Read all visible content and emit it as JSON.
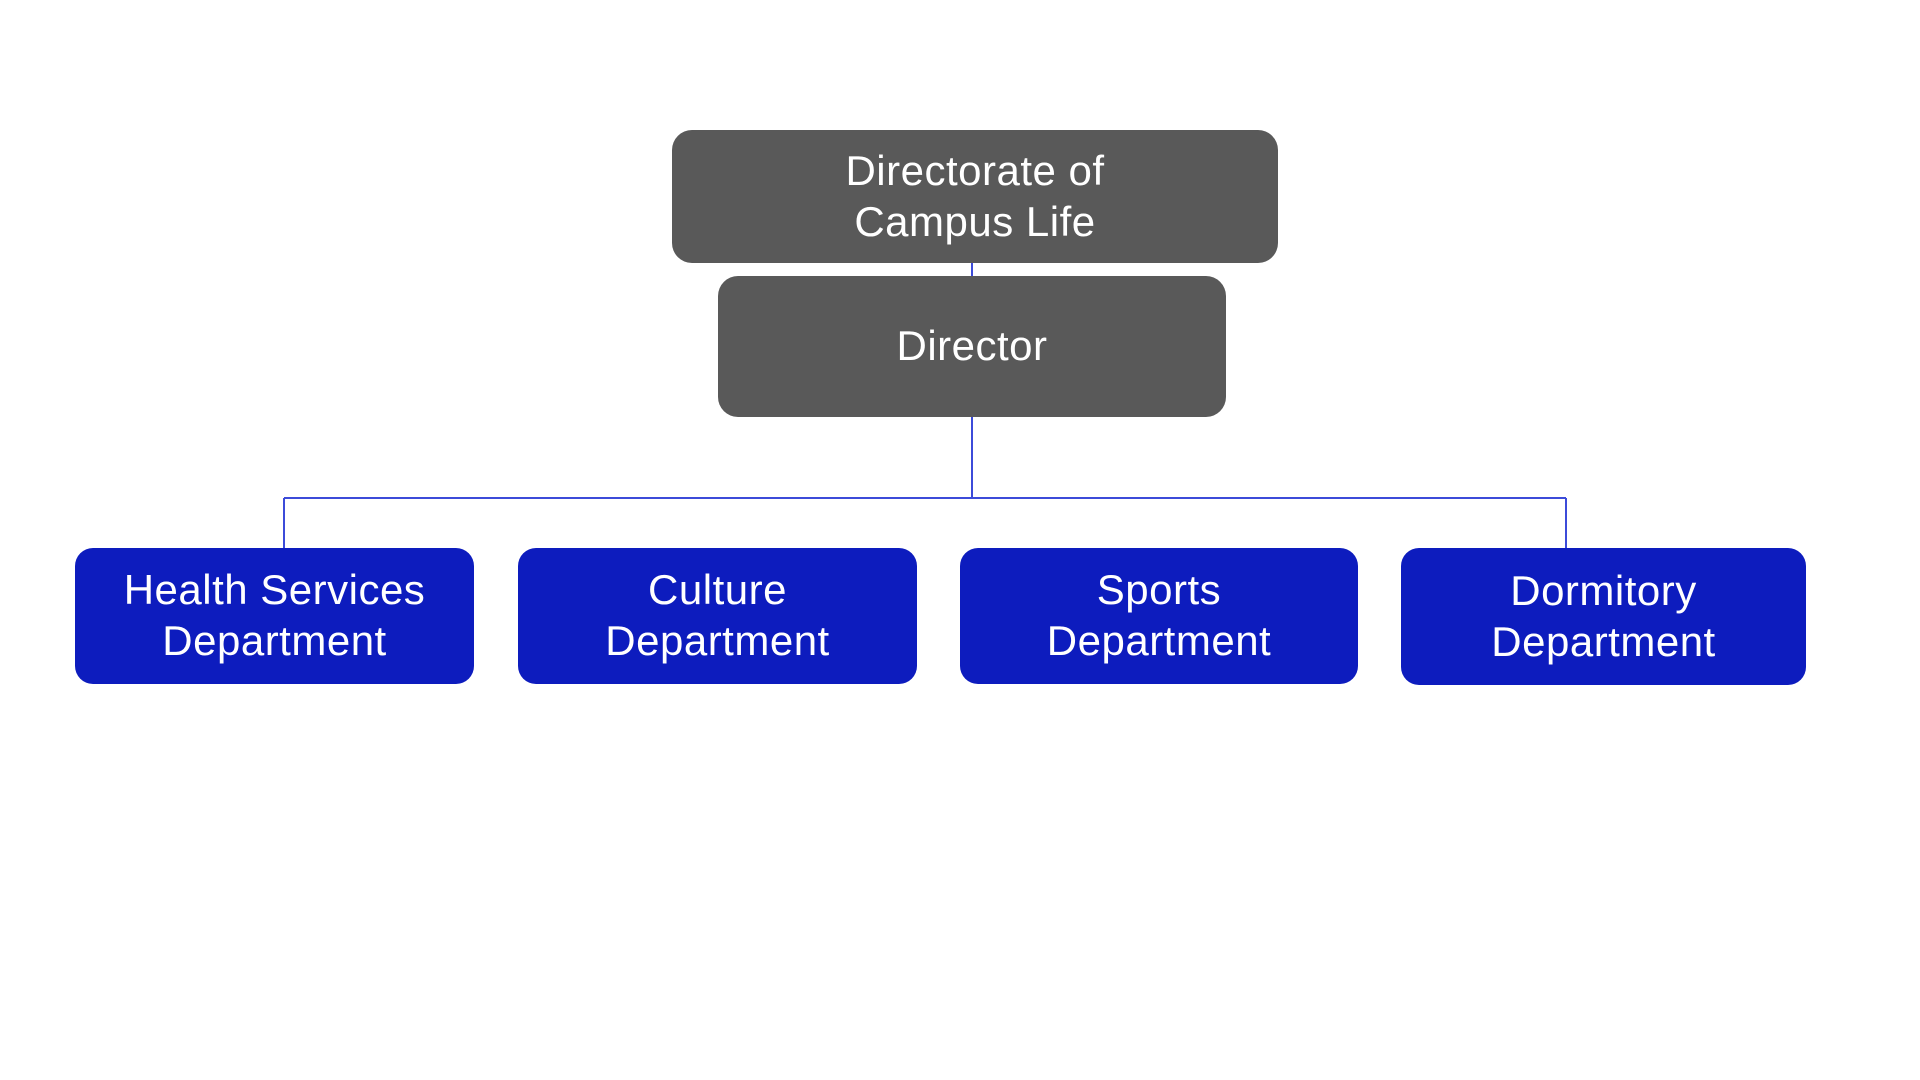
{
  "diagram": {
    "type": "org-chart",
    "background": "#ffffff",
    "colors": {
      "executive_box": "#595959",
      "department_box": "#0d1cbe",
      "connector_line": "#3c4bd9",
      "label_text": "#ffffff"
    },
    "nodes": {
      "directorate": {
        "id": "directorate",
        "label": "Directorate of\nCampus Life"
      },
      "director": {
        "id": "director",
        "label": "Director"
      },
      "departments": [
        {
          "id": "health-services",
          "label": "Health Services\nDepartment"
        },
        {
          "id": "culture",
          "label": "Culture\nDepartment"
        },
        {
          "id": "sports",
          "label": "Sports\nDepartment"
        },
        {
          "id": "dormitory",
          "label": "Dormitory\nDepartment"
        }
      ]
    },
    "edges": [
      {
        "from": "directorate",
        "to": "director"
      },
      {
        "from": "director",
        "to": "health-services"
      },
      {
        "from": "director",
        "to": "culture"
      },
      {
        "from": "director",
        "to": "sports"
      },
      {
        "from": "director",
        "to": "dormitory"
      }
    ]
  }
}
